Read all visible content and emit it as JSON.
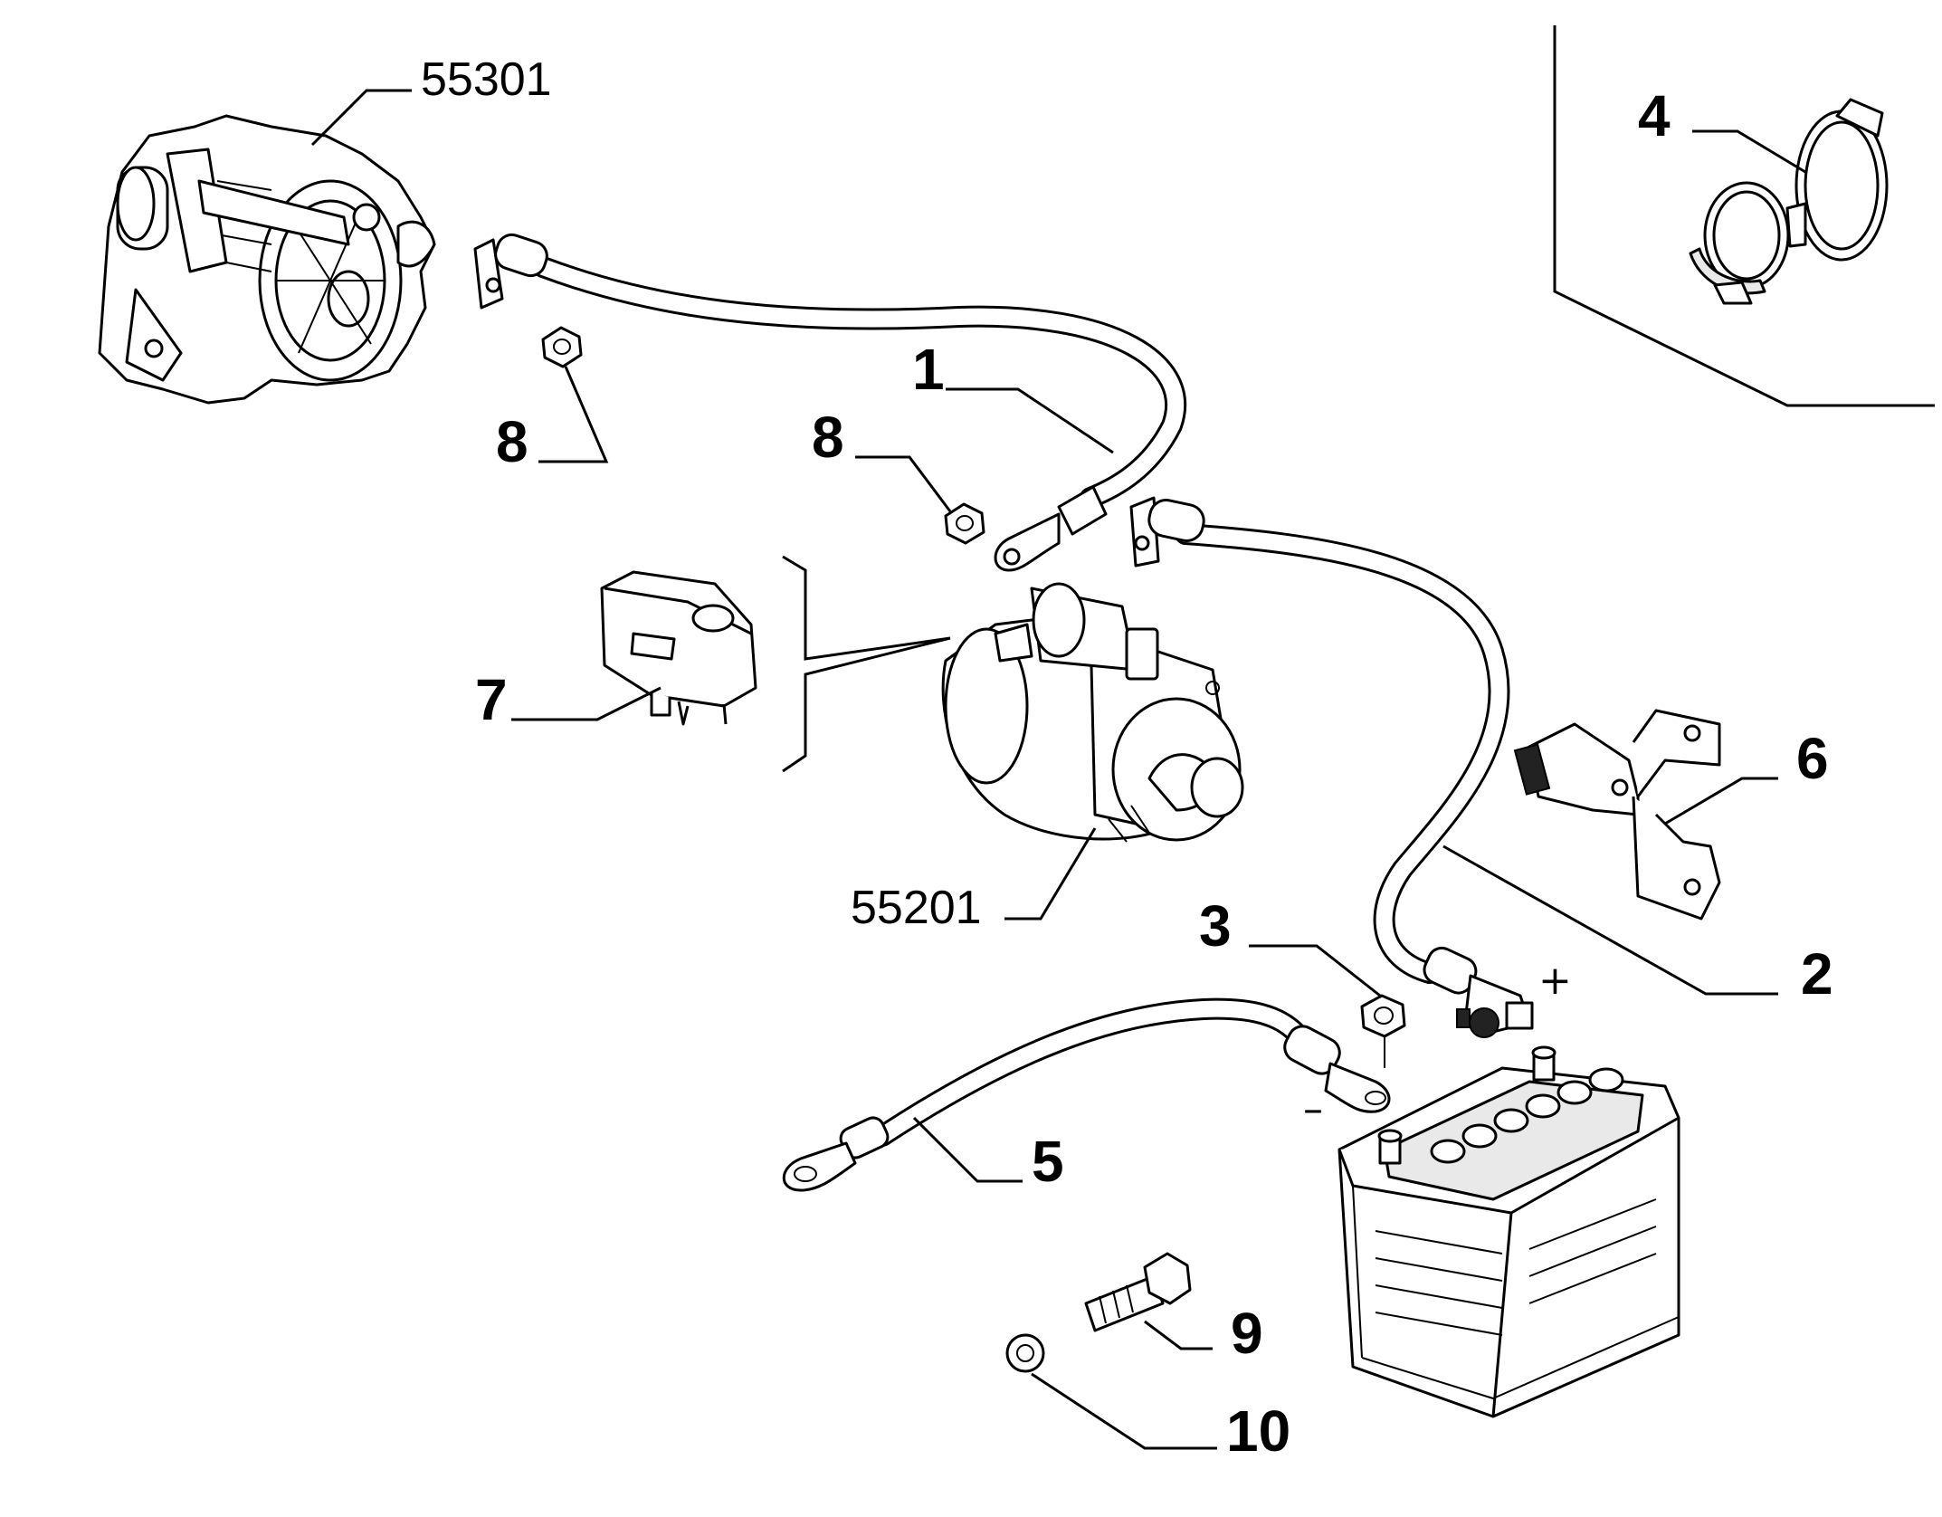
{
  "labels": {
    "alternator": "55301",
    "starter": "55201",
    "cable_1": "1",
    "cable_2": "2",
    "nut_3": "3",
    "clip_4": "4",
    "cable_5": "5",
    "bracket_6": "6",
    "cover_7": "7",
    "nut_8_left": "8",
    "nut_8_right": "8",
    "bolt_9": "9",
    "washer_10": "10"
  },
  "battery": {
    "positive_sign": "+",
    "negative_sign": "–"
  }
}
